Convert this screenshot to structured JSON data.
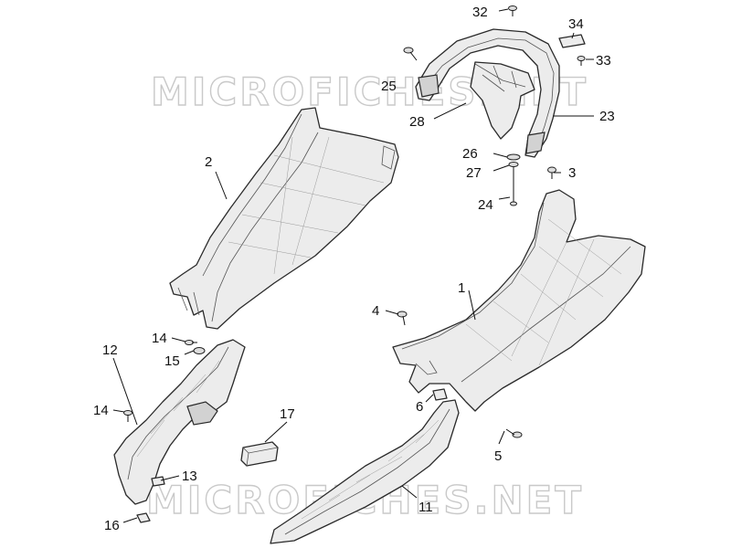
{
  "watermark": {
    "top_text": "MICROFICHES.NET",
    "bottom_text": "MICROFICHES.NET"
  },
  "callouts": [
    {
      "id": "c1",
      "label": "1"
    },
    {
      "id": "c2",
      "label": "2"
    },
    {
      "id": "c3",
      "label": "3"
    },
    {
      "id": "c4",
      "label": "4"
    },
    {
      "id": "c5",
      "label": "5"
    },
    {
      "id": "c6",
      "label": "6"
    },
    {
      "id": "c11",
      "label": "11"
    },
    {
      "id": "c12",
      "label": "12"
    },
    {
      "id": "c13",
      "label": "13"
    },
    {
      "id": "c14a",
      "label": "14"
    },
    {
      "id": "c14b",
      "label": "14"
    },
    {
      "id": "c15",
      "label": "15"
    },
    {
      "id": "c16",
      "label": "16"
    },
    {
      "id": "c17",
      "label": "17"
    },
    {
      "id": "c23",
      "label": "23"
    },
    {
      "id": "c24",
      "label": "24"
    },
    {
      "id": "c25",
      "label": "25"
    },
    {
      "id": "c26",
      "label": "26"
    },
    {
      "id": "c27",
      "label": "27"
    },
    {
      "id": "c28",
      "label": "28"
    },
    {
      "id": "c32",
      "label": "32"
    },
    {
      "id": "c33",
      "label": "33"
    },
    {
      "id": "c34",
      "label": "34"
    }
  ]
}
